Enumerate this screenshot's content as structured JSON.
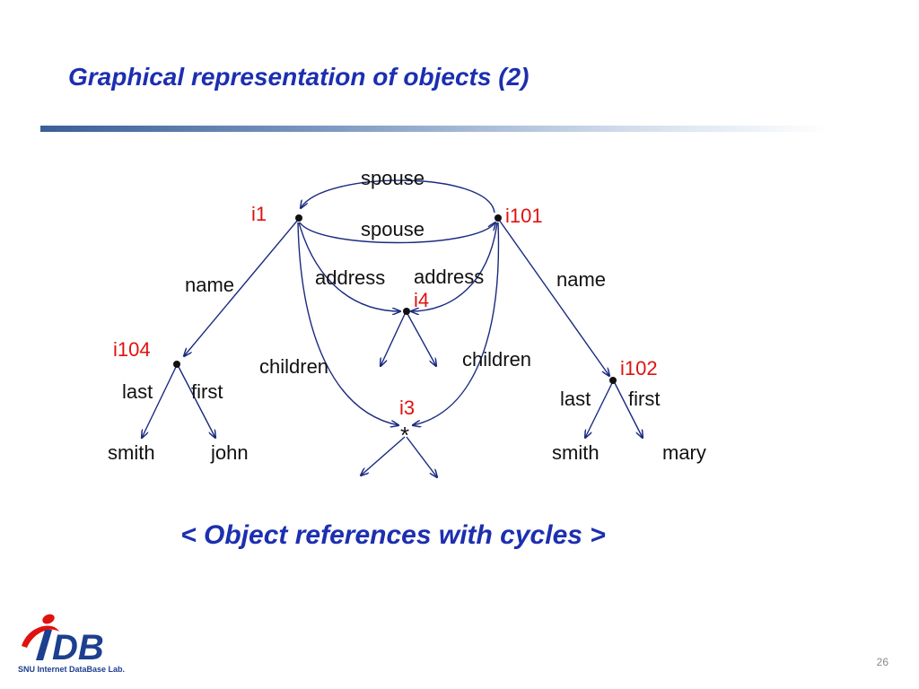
{
  "slide": {
    "title": "Graphical representation of objects (2)",
    "caption": "< Object references with cycles >",
    "page_number": "26"
  },
  "logo": {
    "mark": "DB",
    "subtitle": "SNU Internet DataBase Lab."
  },
  "diagram": {
    "nodes": {
      "i1": "i1",
      "i101": "i101",
      "i4": "i4",
      "i104": "i104",
      "i102": "i102",
      "i3": "i3"
    },
    "edges": {
      "spouse_top": "spouse",
      "spouse_bottom": "spouse",
      "name_left": "name",
      "name_right": "name",
      "address_left": "address",
      "address_right": "address",
      "children_left": "children",
      "children_right": "children",
      "last_left": "last",
      "first_left": "first",
      "last_right": "last",
      "first_right": "first"
    },
    "leaves": {
      "smith_left": "smith",
      "john": "john",
      "smith_right": "smith",
      "mary": "mary"
    },
    "set_marker": "*"
  },
  "colors": {
    "title": "#1c2fb0",
    "node_label": "#e0120f",
    "edge": "#1a2a80",
    "text": "#111111"
  }
}
